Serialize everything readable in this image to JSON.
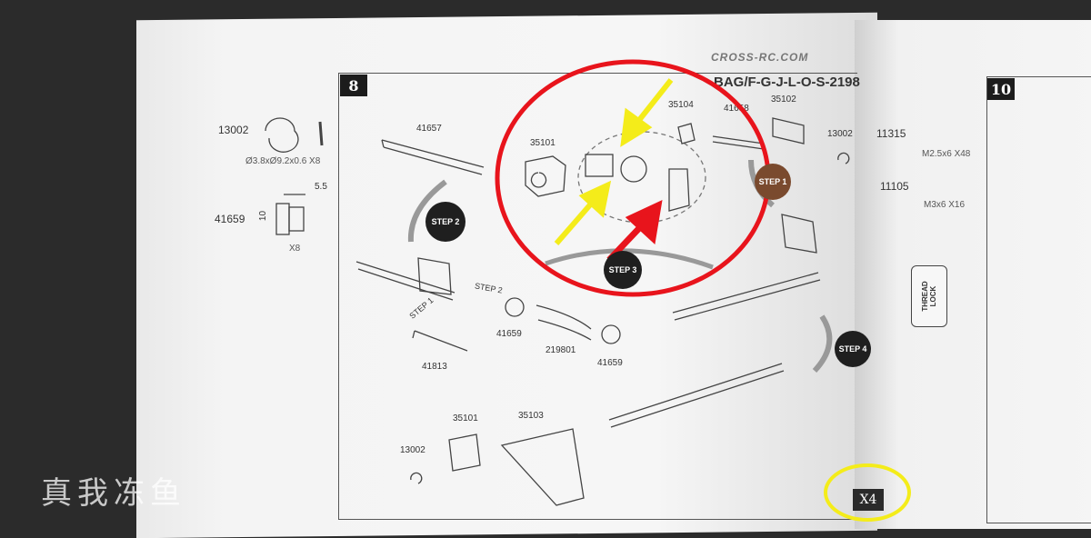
{
  "manual": {
    "brand": "CROSS-RC.COM",
    "bag": "BAG/F-G-J-L-O-S-2198",
    "step_number": "8",
    "next_step_number": "10",
    "multiplier": "X4"
  },
  "parts_legend": [
    {
      "code": "13002",
      "spec": "Ø3.8xØ9.2x0.6 X8"
    },
    {
      "code": "41659",
      "dim_a": "5.5",
      "dim_b": "10",
      "qty": "X8"
    }
  ],
  "right_legend": [
    {
      "code": "11315",
      "spec": "M2.5x6 X48"
    },
    {
      "code": "11105",
      "spec": "M3x6 X16"
    }
  ],
  "thread_lock": "THREAD LOCK",
  "part_labels": {
    "p41657": "41657",
    "p35101_top": "35101",
    "p35104": "35104",
    "p41658": "41658",
    "p35102": "35102",
    "p13002_top": "13002",
    "p41659_a": "41659",
    "p219801": "219801",
    "p41659_b": "41659",
    "p41813": "41813",
    "p35101_bottom": "35101",
    "p35103": "35103",
    "p13002_bottom": "13002"
  },
  "steps": {
    "step1": "STEP 1",
    "step1_label": "STEP 1",
    "step2": "STEP 2",
    "step2_label": "STEP 2",
    "step3": "STEP 3",
    "step4": "STEP 4"
  },
  "watermark": "真我冻鱼",
  "annotation_colors": {
    "red": "#e8141c",
    "yellow": "#f4ec1a"
  }
}
